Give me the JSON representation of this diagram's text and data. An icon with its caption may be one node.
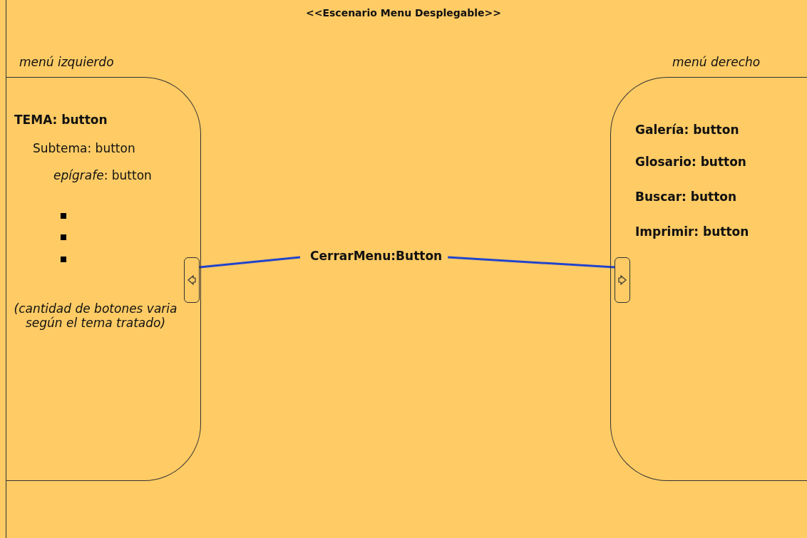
{
  "diagram": {
    "title": "<<Escenario Menu Desplegable>>",
    "nodes": [
      {
        "text": [
          "menú izquierdo"
        ]
      },
      {
        "text": [
          "menú derecho"
        ]
      },
      {
        "text": [],
        "shape": "box",
        "in": 0
      },
      {
        "text": [],
        "shape": "box",
        "in": 1
      },
      {
        "text": [
          "CerrarMenu:Button"
        ]
      }
    ],
    "edges": [
      {
        "from": 4,
        "to": 2,
        "arrow": "none"
      },
      {
        "from": 4,
        "to": 3,
        "arrow": "none"
      }
    ],
    "labels": [
      "TEMA: button",
      "Subtema: button",
      "*epígrafe*: button",
      "(cantidad de botones varia según el tema tratado)",
      "Galería: button",
      "Glosario: button",
      "Buscar: button",
      "Imprimir: button"
    ]
  }
}
